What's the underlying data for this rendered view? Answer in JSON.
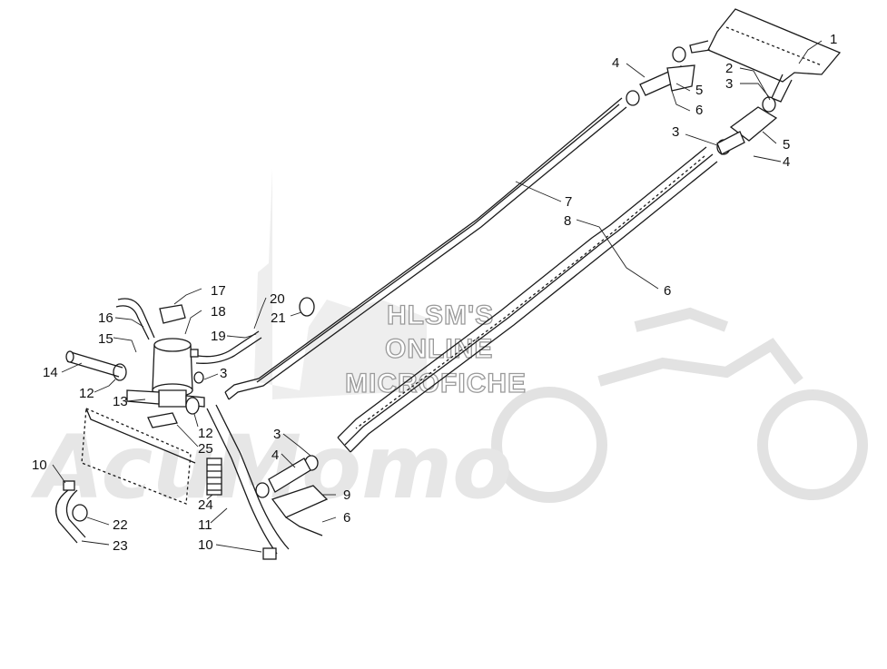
{
  "watermark": {
    "line1": "HLSM'S",
    "line2": "ONLINE",
    "line3": "MICROFICHE",
    "brand": "AcuMomo"
  },
  "callouts": [
    "1",
    "2",
    "3",
    "3",
    "4",
    "5",
    "6",
    "3",
    "5",
    "4",
    "7",
    "8",
    "6",
    "17",
    "18",
    "16",
    "15",
    "19",
    "20",
    "21",
    "14",
    "3",
    "12",
    "13",
    "12",
    "25",
    "10",
    "24",
    "11",
    "22",
    "23",
    "10",
    "3",
    "4",
    "9",
    "6"
  ],
  "colors": {
    "line": "#1a1a1a",
    "watermark_fill": "#e6e6e6",
    "watermark_outline": "#9a9a9a"
  }
}
